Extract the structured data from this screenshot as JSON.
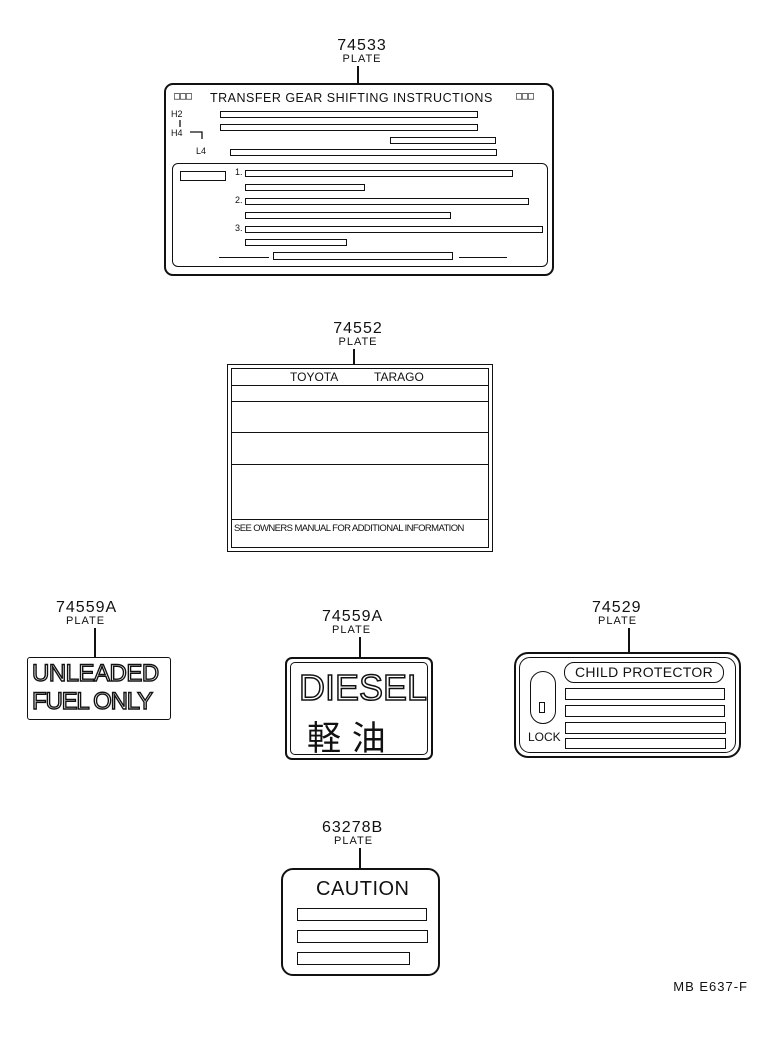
{
  "parts": [
    {
      "number": "74533",
      "label": "PLATE"
    },
    {
      "number": "74552",
      "label": "PLATE"
    },
    {
      "number": "74559A",
      "label": "PLATE"
    },
    {
      "number": "74559A",
      "label": "PLATE"
    },
    {
      "number": "74529",
      "label": "PLATE"
    },
    {
      "number": "63278B",
      "label": "PLATE"
    }
  ],
  "transfer_plate": {
    "title": "TRANSFER GEAR SHIFTING INSTRUCTIONS",
    "corner_mark": "□□□",
    "shift_labels": [
      "H2",
      "H4",
      "L4"
    ],
    "steps": [
      "1.",
      "2.",
      "3."
    ]
  },
  "tarago_plate": {
    "brand": "TOYOTA",
    "model": "TARAGO",
    "footer": "SEE OWNERS MANUAL FOR ADDITIONAL INFORMATION"
  },
  "unleaded_plate": {
    "line1": "UNLEADED",
    "line2": "FUEL ONLY"
  },
  "diesel_plate": {
    "line1": "DIESEL",
    "line2": "軽 油"
  },
  "child_plate": {
    "title": "CHILD PROTECTOR",
    "lock_label": "LOCK"
  },
  "caution_plate": {
    "title": "CAUTION"
  },
  "reference": "MB E637-F"
}
